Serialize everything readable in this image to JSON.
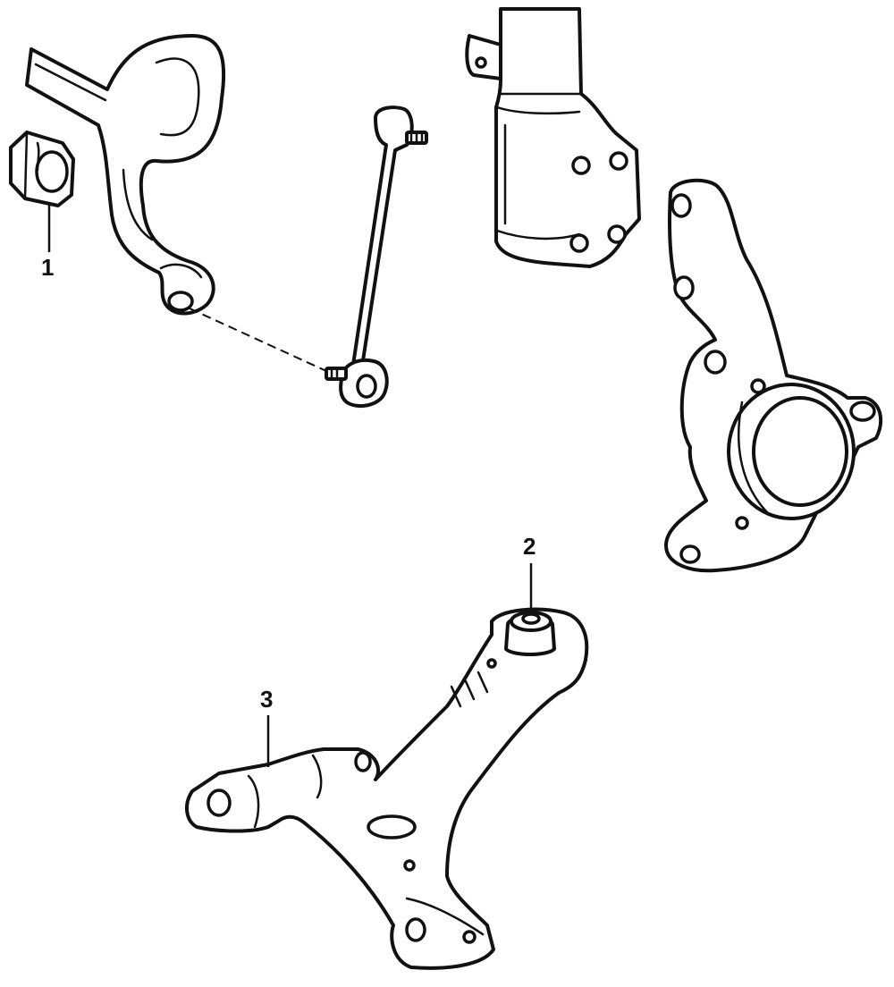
{
  "callouts": [
    {
      "id": "1",
      "label": "1"
    },
    {
      "id": "2",
      "label": "2"
    },
    {
      "id": "3",
      "label": "3"
    }
  ],
  "colors": {
    "line": "#111111",
    "background": "#ffffff"
  }
}
